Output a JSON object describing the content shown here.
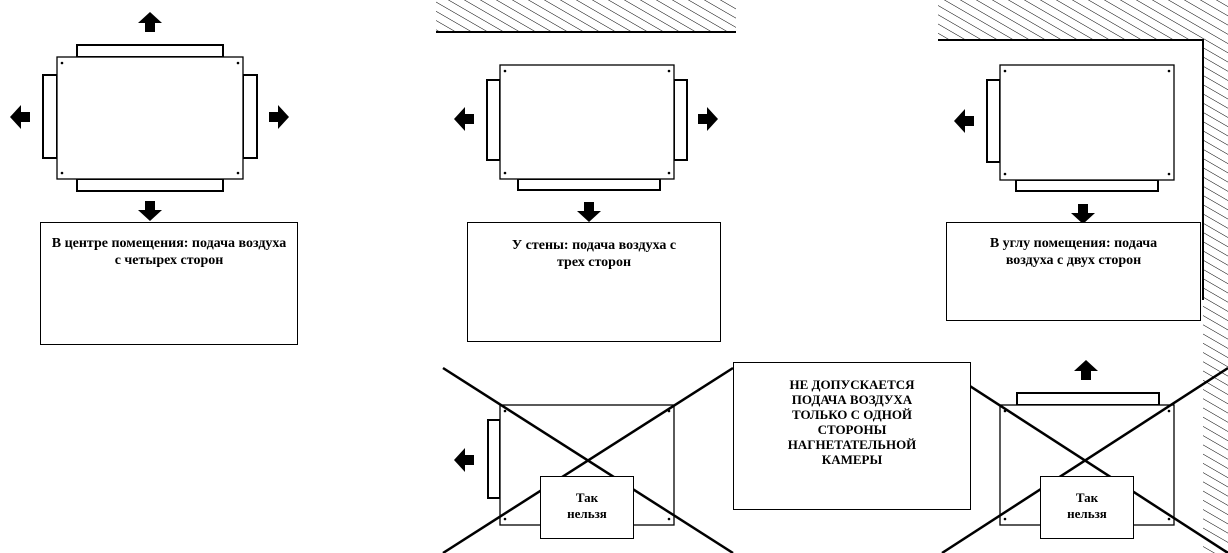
{
  "captions": {
    "center": "В центре помещения: подача воздуха с четырех сторон",
    "wall": "У стены: подача воздуха с трех сторон",
    "corner": "В углу помещения: подача воздуха с двух сторон"
  },
  "forbidden_label": "Так нельзя",
  "warning": "НЕ ДОПУСКАЕТСЯ ПОДАЧА ВОЗДУХА ТОЛЬКО С ОДНОЙ СТОРОНЫ НАГНЕТАТЕЛЬНОЙ КАМЕРЫ",
  "colors": {
    "ink": "#000000",
    "paper": "#ffffff"
  }
}
